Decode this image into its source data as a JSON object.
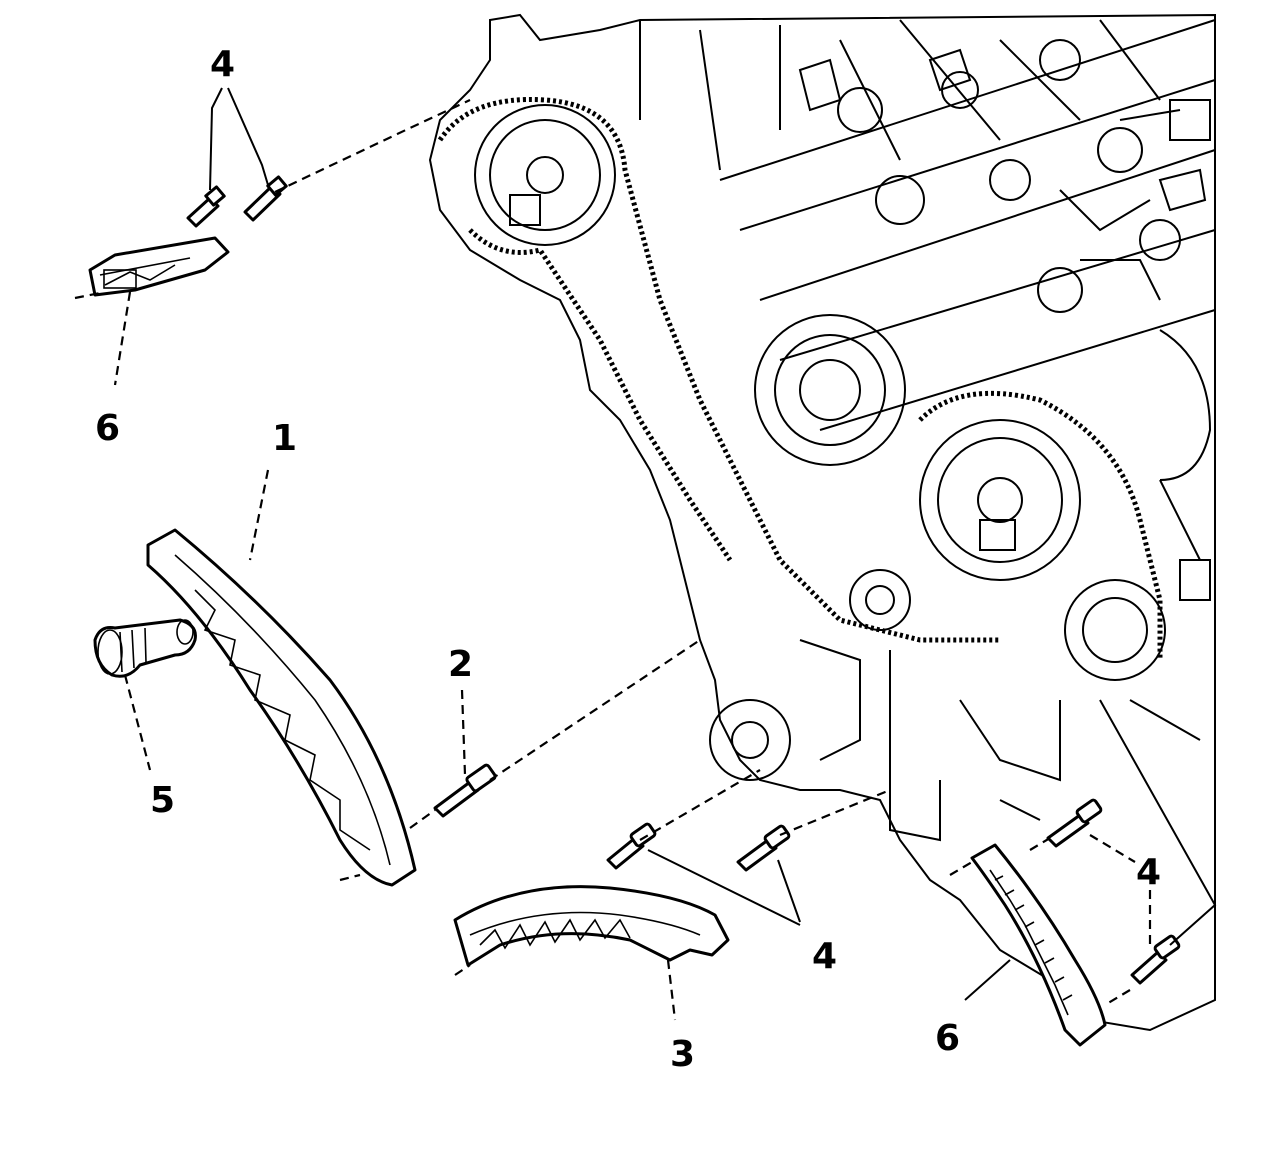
{
  "callouts": {
    "c1": "1",
    "c2": "2",
    "c3": "3",
    "c4_top": "4",
    "c4_middle": "4",
    "c4_right": "4",
    "c5": "5",
    "c6_left": "6",
    "c6_right": "6"
  }
}
